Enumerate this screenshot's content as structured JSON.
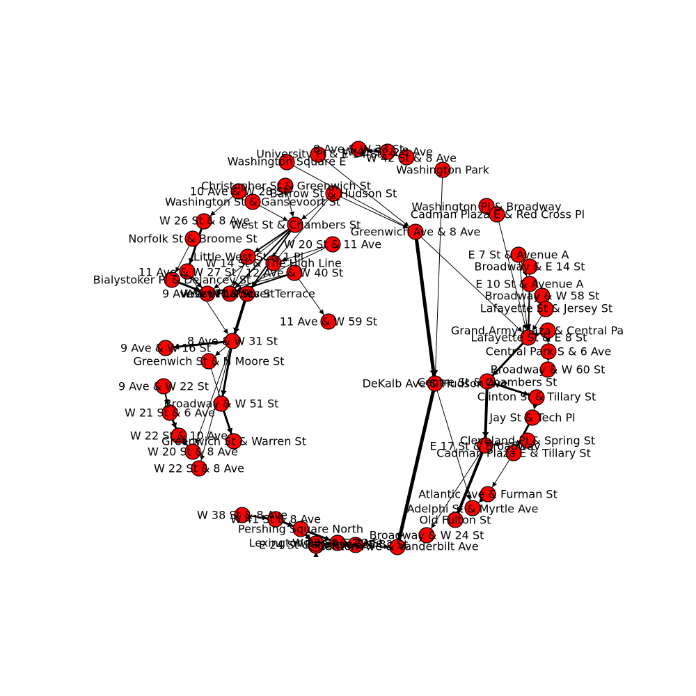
{
  "colors": {
    "node_fill": "#ff0000",
    "node_stroke": "#000000",
    "edge": "#000000",
    "label": "#000000",
    "background": "#ffffff"
  },
  "nodes": [
    {
      "id": "n1",
      "label": "8 Ave & W 33 St"
    },
    {
      "id": "n2",
      "label": "W 41 St & 8 Ave"
    },
    {
      "id": "n3",
      "label": "University Pl & E 14 St"
    },
    {
      "id": "n4",
      "label": "Washington Square E"
    },
    {
      "id": "n5",
      "label": "W 42 St & 8 Ave"
    },
    {
      "id": "n6",
      "label": "Washington Park"
    },
    {
      "id": "n7",
      "label": "Christopher St & Greenwich St"
    },
    {
      "id": "n8",
      "label": "10 Ave & W 28 St"
    },
    {
      "id": "n9",
      "label": "Barrow St & Hudson St"
    },
    {
      "id": "n10",
      "label": "Washington St & Gansevoort St"
    },
    {
      "id": "n11",
      "label": "W 26 St & 8 Ave"
    },
    {
      "id": "n12",
      "label": "West St & Chambers St"
    },
    {
      "id": "n13",
      "label": "Norfolk St & Broome St"
    },
    {
      "id": "n14",
      "label": "W 20 St & 11 Ave"
    },
    {
      "id": "n15",
      "label": "Little West St & 1 Pl"
    },
    {
      "id": "n16",
      "label": "W 14 St & The High Line"
    },
    {
      "id": "n17",
      "label": "12 Ave & W 40 St"
    },
    {
      "id": "n18",
      "label": "11 Ave & W 27 St"
    },
    {
      "id": "n19",
      "label": "Bialystoker Pl & Delancey St"
    },
    {
      "id": "n20",
      "label": "9 Ave & W 18 St"
    },
    {
      "id": "n21",
      "label": "West Thames St"
    },
    {
      "id": "n22",
      "label": "Vesey Pl & River Terrace"
    },
    {
      "id": "n23",
      "label": "11 Ave & W 59 St"
    },
    {
      "id": "n24",
      "label": "8 Ave & W 31 St"
    },
    {
      "id": "n25",
      "label": "9 Ave & W 16 St"
    },
    {
      "id": "n26",
      "label": "Greenwich St & N Moore St"
    },
    {
      "id": "n27",
      "label": "9 Ave & W 22 St"
    },
    {
      "id": "n28",
      "label": "Broadway & W 51 St"
    },
    {
      "id": "n29",
      "label": "W 21 St & 6 Ave"
    },
    {
      "id": "n30",
      "label": "W 22 St & 10 Ave"
    },
    {
      "id": "n31",
      "label": "Greenwich St & Warren St"
    },
    {
      "id": "n32",
      "label": "W 20 St & 8 Ave"
    },
    {
      "id": "n33",
      "label": "W 22 St & 8 Ave"
    },
    {
      "id": "n34",
      "label": "Greenwich Ave & 8 Ave"
    },
    {
      "id": "n35",
      "label": "Washington Pl & Broadway"
    },
    {
      "id": "n36",
      "label": "Cadman Plaza E & Red Cross Pl"
    },
    {
      "id": "n37",
      "label": "E 7 St & Avenue A"
    },
    {
      "id": "n38",
      "label": "Broadway & E 14 St"
    },
    {
      "id": "n39",
      "label": "E 10 St & Avenue A"
    },
    {
      "id": "n40",
      "label": "Broadway & W 58 St"
    },
    {
      "id": "n41",
      "label": "Lafayette St & Jersey St"
    },
    {
      "id": "n42",
      "label": "Grand Army Plaza & Central Pa"
    },
    {
      "id": "n43",
      "label": "Lafayette St & E 8 St"
    },
    {
      "id": "n44",
      "label": "Central Park S & 6 Ave"
    },
    {
      "id": "n45",
      "label": "Broadway & W 60 St"
    },
    {
      "id": "n46",
      "label": "DeKalb Ave & Hudson Ave"
    },
    {
      "id": "n47",
      "label": "Centre St & Chambers St"
    },
    {
      "id": "n48",
      "label": "Clinton St & Tillary St"
    },
    {
      "id": "n49",
      "label": "Jay St & Tech Pl"
    },
    {
      "id": "n50",
      "label": "Cleveland Pl & Spring St"
    },
    {
      "id": "n51",
      "label": "E 17 St & Broadway"
    },
    {
      "id": "n52",
      "label": "Cadman Plaza E & Tillary St"
    },
    {
      "id": "n53",
      "label": "Atlantic Ave & Furman St"
    },
    {
      "id": "n54",
      "label": "Adelphi St & Myrtle Ave"
    },
    {
      "id": "n55",
      "label": "Old Fulton St"
    },
    {
      "id": "n56",
      "label": "Broadway & W 24 St"
    },
    {
      "id": "n57",
      "label": "Carlton Ave & Vanderbilt Ave"
    },
    {
      "id": "n58",
      "label": "W 38 St & 8 Ave"
    },
    {
      "id": "n59",
      "label": "W 41 St & 8 Ave"
    },
    {
      "id": "n60",
      "label": "Pershing Square North"
    },
    {
      "id": "n61",
      "label": "E 24 St & Park Ave S"
    },
    {
      "id": "n62",
      "label": "W 33 St & 7 Ave"
    },
    {
      "id": "n63",
      "label": "Park Ave & E 32 St"
    },
    {
      "id": "n64",
      "label": "Lexington Ave & E 29 St"
    }
  ],
  "edges": [
    {
      "source": "n1",
      "target": "n2",
      "weight": 1
    },
    {
      "source": "n3",
      "target": "n34",
      "weight": 1
    },
    {
      "source": "n6",
      "target": "n46",
      "weight": 1
    },
    {
      "source": "n7",
      "target": "n12",
      "weight": 1
    },
    {
      "source": "n8",
      "target": "n10",
      "weight": 1
    },
    {
      "source": "n8",
      "target": "n11",
      "weight": 1
    },
    {
      "source": "n9",
      "target": "n12",
      "weight": 1
    },
    {
      "source": "n9",
      "target": "n34",
      "weight": 1
    },
    {
      "source": "n9",
      "target": "n22",
      "weight": 1
    },
    {
      "source": "n10",
      "target": "n12",
      "weight": 1
    },
    {
      "source": "n11",
      "target": "n18",
      "weight": 3
    },
    {
      "source": "n12",
      "target": "n15",
      "weight": 2
    },
    {
      "source": "n12",
      "target": "n21",
      "weight": 2
    },
    {
      "source": "n12",
      "target": "n22",
      "weight": 2
    },
    {
      "source": "n12",
      "target": "n20",
      "weight": 1
    },
    {
      "source": "n13",
      "target": "n19",
      "weight": 1
    },
    {
      "source": "n14",
      "target": "n16",
      "weight": 1
    },
    {
      "source": "n14",
      "target": "n21",
      "weight": 1
    },
    {
      "source": "n15",
      "target": "n21",
      "weight": 1
    },
    {
      "source": "n16",
      "target": "n22",
      "weight": 1
    },
    {
      "source": "n17",
      "target": "n21",
      "weight": 2
    },
    {
      "source": "n17",
      "target": "n23",
      "weight": 1
    },
    {
      "source": "n17",
      "target": "n20",
      "weight": 1
    },
    {
      "source": "n18",
      "target": "n24",
      "weight": 1
    },
    {
      "source": "n18",
      "target": "n20",
      "weight": 2
    },
    {
      "source": "n19",
      "target": "n20",
      "weight": 3
    },
    {
      "source": "n20",
      "target": "n21",
      "weight": 1
    },
    {
      "source": "n21",
      "target": "n22",
      "weight": 2
    },
    {
      "source": "n22",
      "target": "n24",
      "weight": 4
    },
    {
      "source": "n24",
      "target": "n25",
      "weight": 3
    },
    {
      "source": "n24",
      "target": "n26",
      "weight": 1
    },
    {
      "source": "n24",
      "target": "n28",
      "weight": 3
    },
    {
      "source": "n24",
      "target": "n32",
      "weight": 1
    },
    {
      "source": "n24",
      "target": "n33",
      "weight": 1
    },
    {
      "source": "n27",
      "target": "n29",
      "weight": 2
    },
    {
      "source": "n28",
      "target": "n31",
      "weight": 3
    },
    {
      "source": "n29",
      "target": "n30",
      "weight": 3
    },
    {
      "source": "n30",
      "target": "n32",
      "weight": 2
    },
    {
      "source": "n26",
      "target": "n31",
      "weight": 1
    },
    {
      "source": "n4",
      "target": "n34",
      "weight": 1
    },
    {
      "source": "n34",
      "target": "n46",
      "weight": 5
    },
    {
      "source": "n34",
      "target": "n43",
      "weight": 1
    },
    {
      "source": "n35",
      "target": "n36",
      "weight": 1
    },
    {
      "source": "n36",
      "target": "n43",
      "weight": 1
    },
    {
      "source": "n37",
      "target": "n39",
      "weight": 1
    },
    {
      "source": "n37",
      "target": "n43",
      "weight": 1
    },
    {
      "source": "n38",
      "target": "n43",
      "weight": 1
    },
    {
      "source": "n39",
      "target": "n43",
      "weight": 2
    },
    {
      "source": "n40",
      "target": "n41",
      "weight": 1
    },
    {
      "source": "n41",
      "target": "n43",
      "weight": 1
    },
    {
      "source": "n42",
      "target": "n44",
      "weight": 1
    },
    {
      "source": "n43",
      "target": "n42",
      "weight": 1
    },
    {
      "source": "n44",
      "target": "n45",
      "weight": 1
    },
    {
      "source": "n43",
      "target": "n47",
      "weight": 3
    },
    {
      "source": "n46",
      "target": "n57",
      "weight": 5
    },
    {
      "source": "n46",
      "target": "n54",
      "weight": 1
    },
    {
      "source": "n47",
      "target": "n48",
      "weight": 3
    },
    {
      "source": "n47",
      "target": "n51",
      "weight": 4
    },
    {
      "source": "n48",
      "target": "n49",
      "weight": 1
    },
    {
      "source": "n49",
      "target": "n52",
      "weight": 3
    },
    {
      "source": "n50",
      "target": "n51",
      "weight": 1
    },
    {
      "source": "n51",
      "target": "n55",
      "weight": 4
    },
    {
      "source": "n51",
      "target": "n56",
      "weight": 1
    },
    {
      "source": "n52",
      "target": "n53",
      "weight": 1
    },
    {
      "source": "n53",
      "target": "n54",
      "weight": 1
    },
    {
      "source": "n58",
      "target": "n59",
      "weight": 2
    },
    {
      "source": "n59",
      "target": "n60",
      "weight": 3
    },
    {
      "source": "n60",
      "target": "n61",
      "weight": 3
    },
    {
      "source": "n60",
      "target": "n62",
      "weight": 3
    },
    {
      "source": "n62",
      "target": "n63",
      "weight": 1
    },
    {
      "source": "n63",
      "target": "n64",
      "weight": 1
    },
    {
      "source": "n61",
      "target": "n64",
      "weight": 1
    },
    {
      "source": "n64",
      "target": "n57",
      "weight": 1
    },
    {
      "source": "n5",
      "target": "n1",
      "weight": 1
    }
  ]
}
